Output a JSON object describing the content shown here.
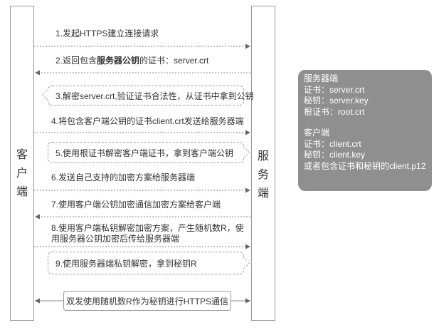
{
  "client_label": [
    "客",
    "户",
    "端"
  ],
  "server_label": [
    "服",
    "务",
    "端"
  ],
  "steps": {
    "s1": "1.发起HTTPS建立连接请求",
    "s2_pre": "2.返回包含",
    "s2_bold": "服务器公钥",
    "s2_post": "的证书：server.crt",
    "s3": "3.解密server.crt,验证证书合法性，从证书中拿到公钥",
    "s4": "4.将包含客户端公钥的证书client.crt发送给服务器端",
    "s5": "5.使用根证书解密客户端证书，拿到客户端公钥",
    "s6": "6.发送自己支持的加密方案给服务器端",
    "s7": "7.使用客户端公钥加密通信加密方案给客户端",
    "s8a": "8.使用客户端私钥解密加密方案，产生随机数R，使",
    "s8b": "用服务器公钥加密后传给服务器端",
    "s9": "9.使用服务器端私钥解密，拿到秘钥R",
    "final": "双发使用随机数R作为秘钥进行HTTPS通信"
  },
  "panel": {
    "server_title": "服务器端",
    "server_cert": "证书：server.crt",
    "server_key": "秘钥：server.key",
    "root_cert": "根证书：root.crt",
    "client_title": "客户端",
    "client_cert": "证书：client.crt",
    "client_key": "秘钥：client.key",
    "client_p12": "或者包含证书和秘钥的client.p12"
  }
}
